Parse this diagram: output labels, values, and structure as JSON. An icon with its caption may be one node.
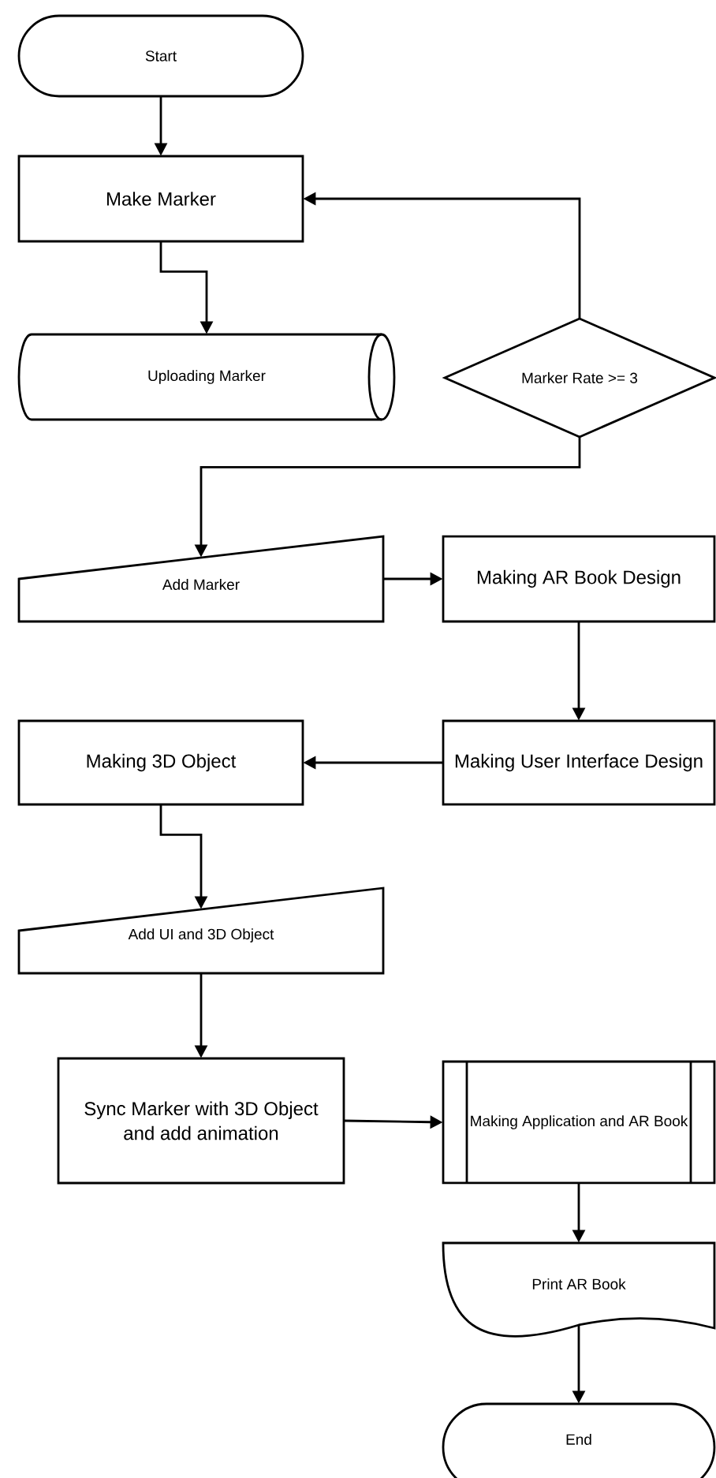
{
  "diagram": {
    "nodes": [
      {
        "text": [
          "Start"
        ]
      },
      {
        "text": [
          "Make Marker"
        ]
      },
      {
        "text": [
          "Uploading Marker"
        ]
      },
      {
        "text": [
          "Marker Rate >= 3"
        ]
      },
      {
        "text": [
          "Add Marker"
        ]
      },
      {
        "text": [
          "Making AR Book Design"
        ]
      },
      {
        "text": [
          "Making User Interface Design"
        ]
      },
      {
        "text": [
          "Making 3D Object"
        ]
      },
      {
        "text": [
          "Add UI and 3D Object"
        ]
      },
      {
        "text": [
          "Sync Marker with 3D Object and add animation"
        ]
      },
      {
        "text": [
          "Making Application and AR Book"
        ]
      },
      {
        "text": [
          "Print AR Book"
        ]
      },
      {
        "text": [
          "End"
        ]
      }
    ],
    "edges": [
      {
        "from": 0,
        "to": 1,
        "arrow": "to"
      },
      {
        "from": 1,
        "to": 2,
        "arrow": "to"
      },
      {
        "from": 3,
        "to": 1,
        "arrow": "to"
      },
      {
        "from": 3,
        "to": 4,
        "arrow": "to"
      },
      {
        "from": 4,
        "to": 5,
        "arrow": "to"
      },
      {
        "from": 5,
        "to": 6,
        "arrow": "to"
      },
      {
        "from": 6,
        "to": 7,
        "arrow": "to"
      },
      {
        "from": 7,
        "to": 8,
        "arrow": "to"
      },
      {
        "from": 8,
        "to": 9,
        "arrow": "to"
      },
      {
        "from": 9,
        "to": 10,
        "arrow": "to"
      },
      {
        "from": 10,
        "to": 11,
        "arrow": "to"
      },
      {
        "from": 11,
        "to": 12,
        "arrow": "to"
      }
    ]
  }
}
